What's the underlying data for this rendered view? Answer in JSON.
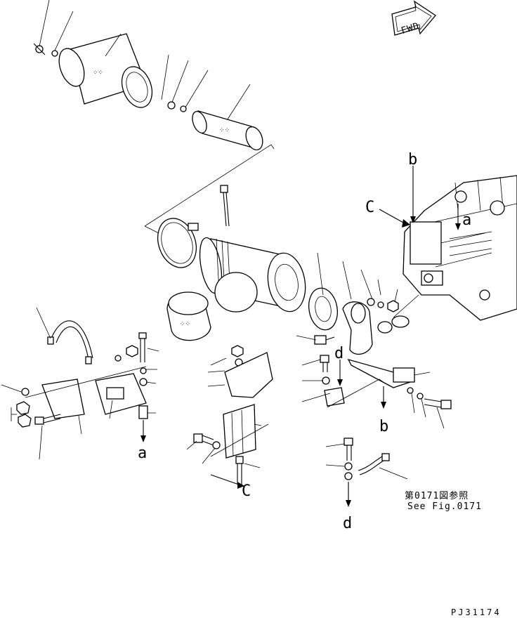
{
  "direction_arrow": {
    "label": "FWD"
  },
  "callouts": {
    "a_mid": "a",
    "a_engine": "a",
    "b_top": "b",
    "b_bottom": "b",
    "c_left": "C",
    "c_bottom": "C",
    "d_mid": "d",
    "d_bottom": "d"
  },
  "reference_note": {
    "japanese": "第0171図参照",
    "english": "See Fig.0171"
  },
  "drawing_code": "PJ31174"
}
